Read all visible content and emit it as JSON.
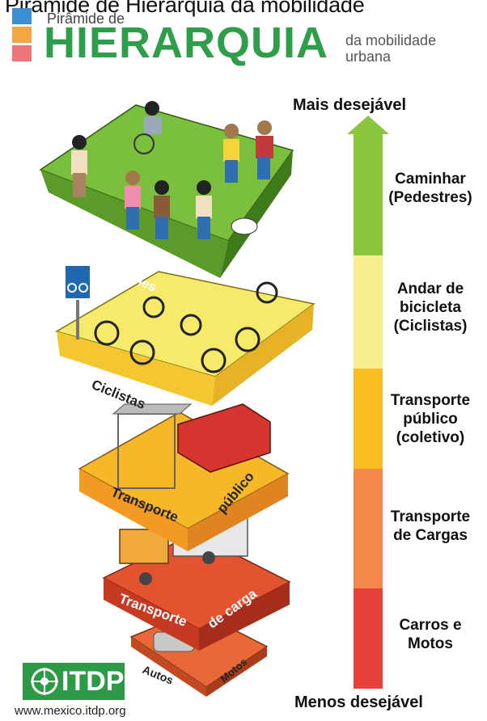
{
  "header": {
    "heading_line": "Pirâmide de Hierarquia da mobilidade",
    "subtitle_small": "Pirâmide de",
    "title_big": "HIERARQUIA",
    "subtitle_right_1": "da mobilidade",
    "subtitle_right_2": "urbana",
    "brand_colors": [
      "#3b8fd1",
      "#f5a641",
      "#ef7578"
    ],
    "title_color": "#2f9e4b"
  },
  "scale": {
    "top_label": "Mais desejável",
    "bottom_label": "Menos desejável",
    "segments": [
      {
        "lines": [
          "Caminhar",
          "(Pedestres)"
        ],
        "color": "#8cc63e"
      },
      {
        "lines": [
          "Andar de",
          "bicicleta",
          "(Ciclistas)"
        ],
        "color": "#f7ee8e"
      },
      {
        "lines": [
          "Transporte",
          "público",
          "(coletivo)"
        ],
        "color": "#f9bd22"
      },
      {
        "lines": [
          "Transporte",
          "de Cargas"
        ],
        "color": "#f2894b"
      },
      {
        "lines": [
          "Carros e",
          "Motos"
        ],
        "color": "#e8403a"
      }
    ]
  },
  "pyramid": {
    "level_peatones": "Peatones",
    "level_ciclistas": "Ciclistas",
    "level_transporte": "Transporte",
    "level_publico": "público",
    "level_transporte_carga": "Transporte",
    "level_de_carga": "de carga",
    "level_autos": "Autos",
    "level_motos": "Motos",
    "colors": {
      "peatones": "#7bbf3e",
      "ciclistas": "#f5ea6a",
      "transporte": "#f6b829",
      "carga": "#e4532f",
      "autos": "#e9683a"
    }
  },
  "logo": {
    "text": "ITDP",
    "url": "www.mexico.itdp.org"
  }
}
